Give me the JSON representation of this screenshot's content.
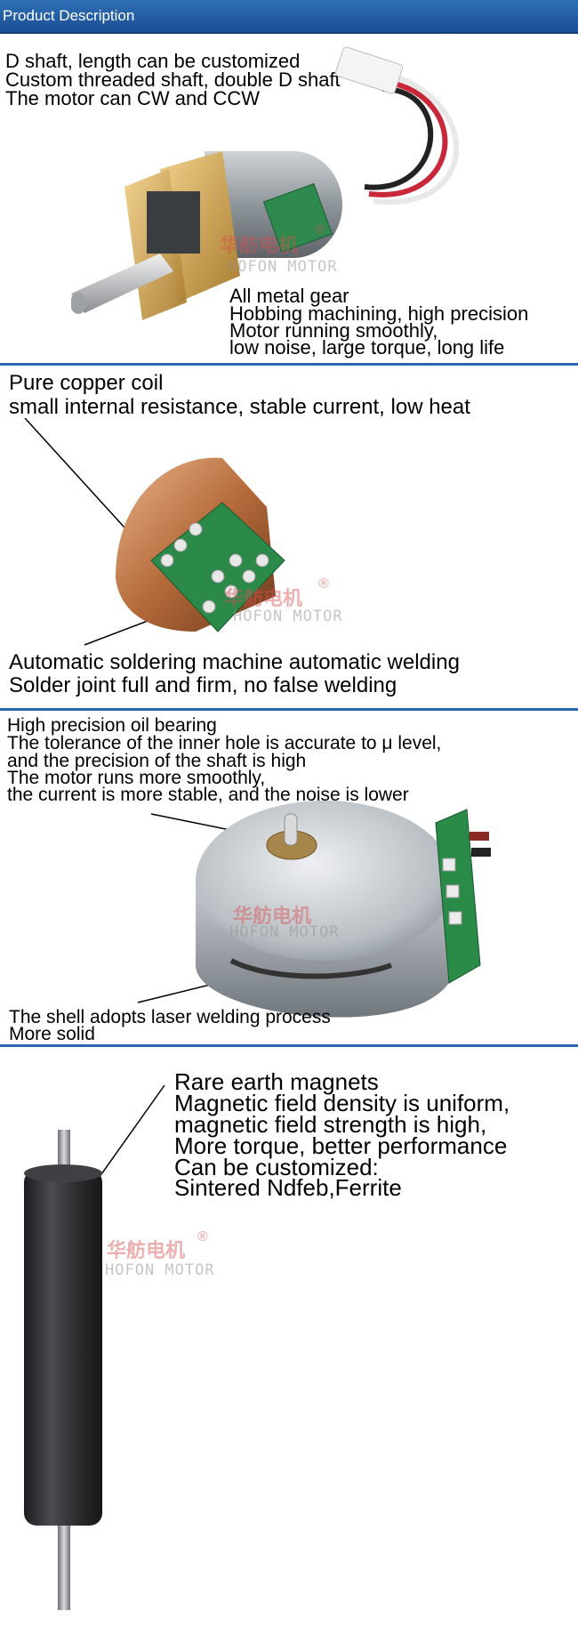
{
  "header": {
    "title": "Product Description"
  },
  "section1": {
    "lines_top": [
      "D shaft, length can be customized",
      "Custom threaded shaft, double D shaft",
      "The motor can CW and CCW"
    ],
    "lines_bottom": [
      "All metal gear",
      "Hobbing machining, high precision",
      "Motor running smoothly,",
      "low noise, large torque, long life"
    ]
  },
  "section2": {
    "lines_top": [
      "Pure copper coil",
      "small internal resistance, stable current, low heat"
    ],
    "lines_bottom": [
      "Automatic soldering machine automatic welding",
      "Solder joint full and firm, no false welding"
    ]
  },
  "section3": {
    "lines_top": [
      "High precision oil bearing",
      "The tolerance of the inner hole is accurate to μ level,",
      "and the precision of the shaft is high",
      "The motor runs more smoothly,",
      "the current is more stable, and the noise is lower"
    ],
    "lines_bottom": [
      "The shell adopts laser welding process",
      "More solid"
    ]
  },
  "section4": {
    "lines": [
      "Rare earth magnets",
      "Magnetic field density is uniform,",
      "magnetic field strength is high,",
      "More torque, better performance",
      "Can be customized:",
      "Sintered Ndfeb,Ferrite"
    ]
  },
  "watermark": {
    "cn": "华舫电机",
    "en": "HOFON MOTOR",
    "reg": "®"
  },
  "colors": {
    "header": "#1f5599",
    "divider": "#2a67b0"
  }
}
